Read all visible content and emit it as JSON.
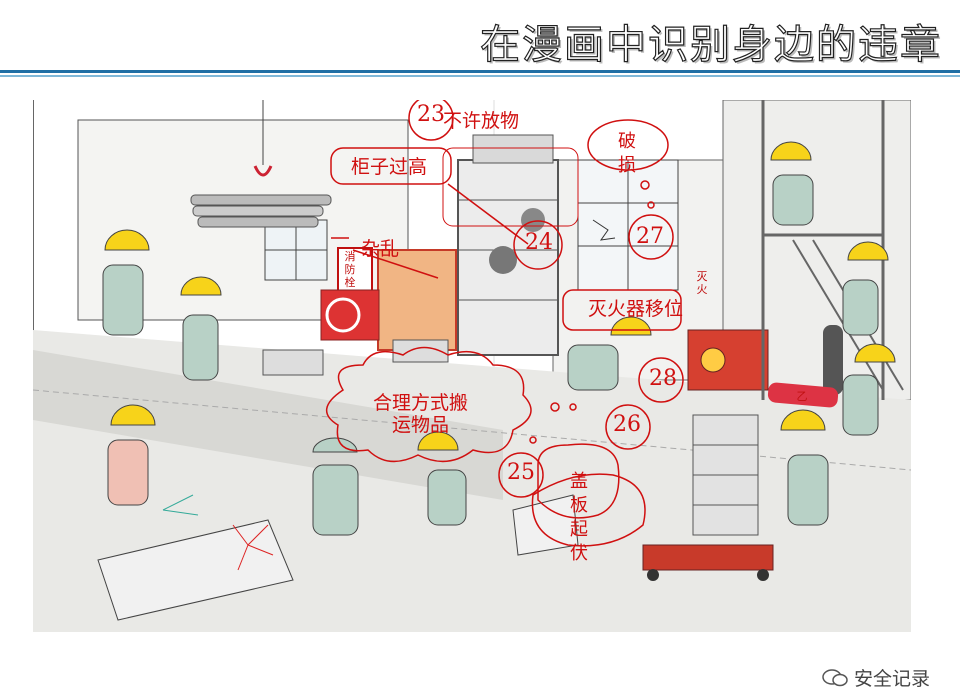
{
  "slide": {
    "title": "在漫画中识别身边的违章"
  },
  "labels": {
    "l23": "不许放物",
    "high": "柜子过高",
    "messy": "杂乱",
    "broken": "破\n损",
    "extinguisher": "灭火器移位",
    "carry": "合理方式搬\n运物品",
    "cover": "盖\n板\n起\n伏"
  },
  "numbers": {
    "n23": "23",
    "n24": "24",
    "n25": "25",
    "n26": "26",
    "n27": "27",
    "n28": "28"
  },
  "signs": {
    "hydrant": "消\n防\n栓",
    "fire": "灭\n火",
    "gas": "乙"
  },
  "watermark": {
    "text": "安全记录",
    "icon": "wechat-icon"
  },
  "colors": {
    "accent": "#1f6fa5",
    "annotation": "#d01010",
    "helmet": "#f7d31a"
  }
}
